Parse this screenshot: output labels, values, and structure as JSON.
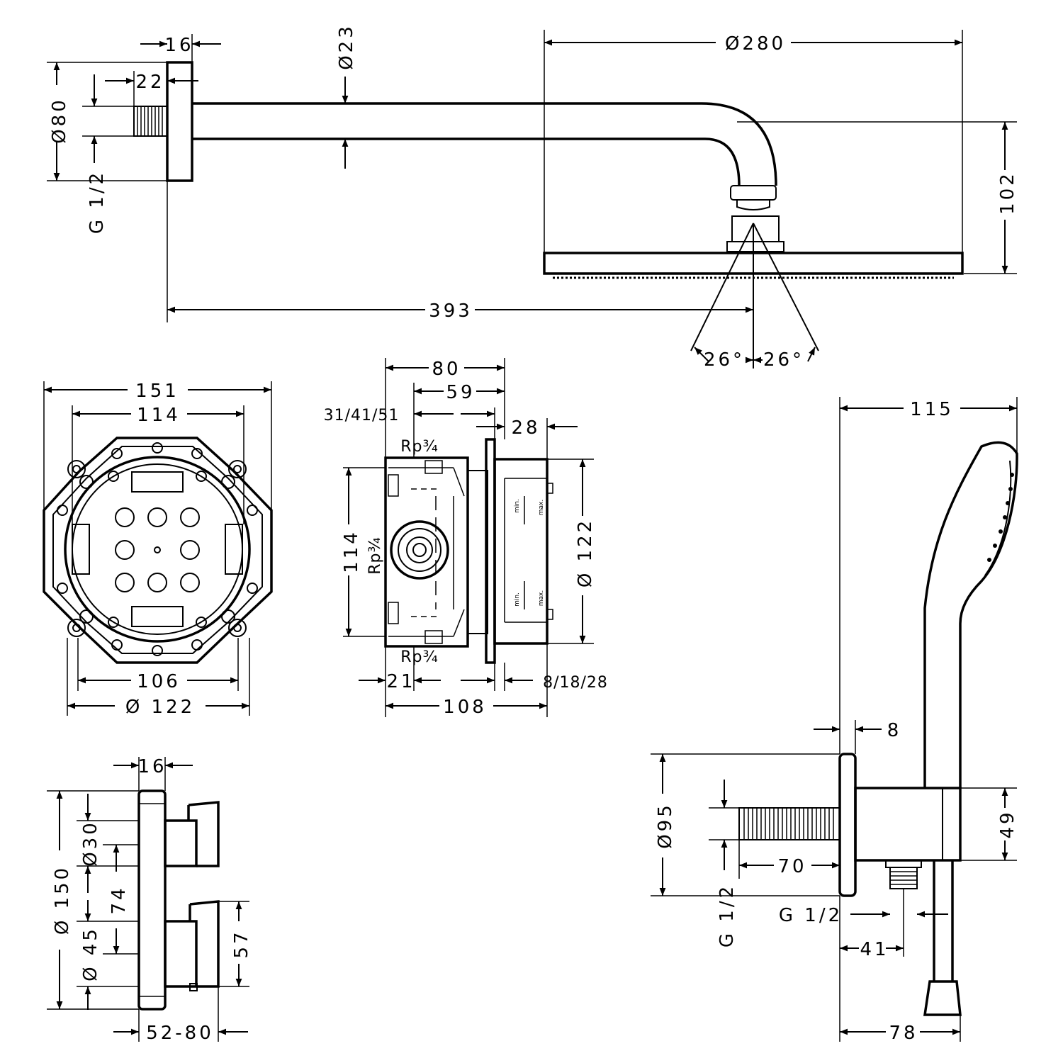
{
  "top_view": {
    "d16": "16",
    "d22": "22",
    "d23": "Ø23",
    "d280": "Ø280",
    "d80": "Ø80",
    "g12": "G 1/2",
    "d102": "102",
    "d393": "393",
    "ang_l": "26°",
    "ang_r": "26°"
  },
  "box_front": {
    "d151": "151",
    "d114": "114",
    "d106": "106",
    "d122": "Ø 122"
  },
  "box_side": {
    "d80": "80",
    "d59": "59",
    "d315": "31/41/51",
    "d28": "28",
    "rp_top": "Rp¾",
    "rp_mid": "Rp¾",
    "rp_bot": "Rp¾",
    "d114": "114",
    "d122": "Ø 122",
    "d21": "21",
    "d81828": "8/18/28",
    "d108": "108",
    "min": "min.",
    "max": "max."
  },
  "valve_view": {
    "d16": "16",
    "d150": "Ø 150",
    "d30": "Ø30",
    "d74": "74",
    "d45": "Ø 45",
    "d57": "57",
    "d5280": "52-80"
  },
  "hand_view": {
    "d115": "115",
    "d8": "8",
    "d95": "Ø95",
    "d49": "49",
    "d70": "70",
    "g12a": "G 1/2",
    "g12b": "G 1/2",
    "d41": "41",
    "d78": "78"
  }
}
